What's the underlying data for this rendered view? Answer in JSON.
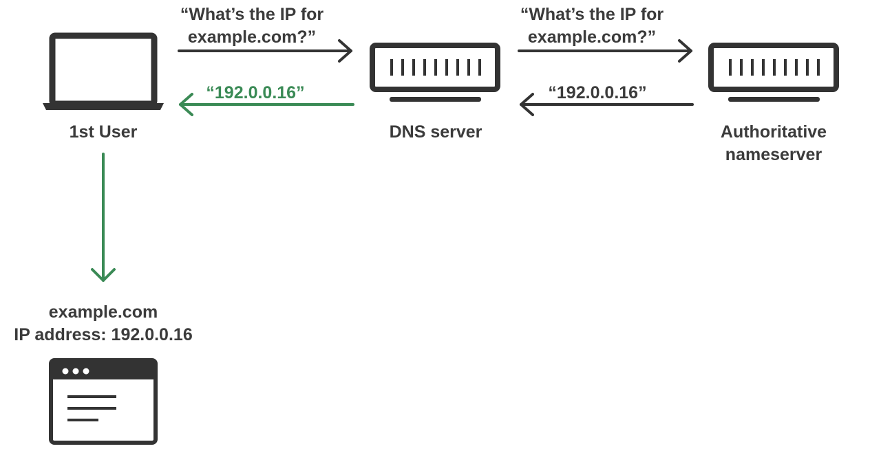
{
  "colors": {
    "ink": "#333333",
    "label": "#3b3b3b",
    "accent_green": "#3a8a55",
    "background": "#ffffff"
  },
  "nodes": {
    "user": {
      "label": "1st User",
      "icon": "laptop-icon"
    },
    "dns_server": {
      "label": "DNS server",
      "icon": "server-icon"
    },
    "auth_nameserver": {
      "label_line1": "Authoritative",
      "label_line2": "nameserver",
      "icon": "server-icon"
    },
    "browser": {
      "icon": "browser-window-icon"
    }
  },
  "messages": {
    "query_to_dns": {
      "line1": "“What’s the IP for",
      "line2": "example.com?”"
    },
    "query_to_auth": {
      "line1": "“What’s the IP for",
      "line2": "example.com?”"
    },
    "response_from_auth": "“192.0.0.16”",
    "response_to_user": "“192.0.0.16”"
  },
  "result": {
    "domain": "example.com",
    "ip_line": "IP address: 192.0.0.16"
  }
}
